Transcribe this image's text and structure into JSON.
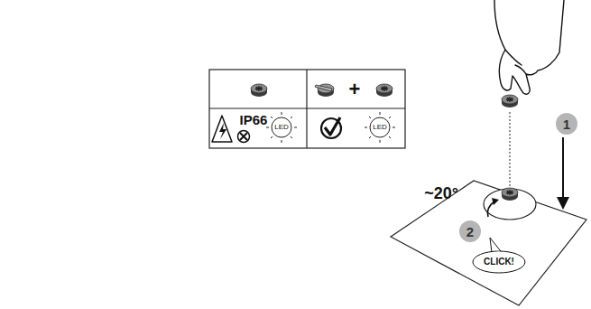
{
  "diagram": {
    "nodes": [
      {
        "text": [
          "1"
        ]
      },
      {
        "text": [
          "2"
        ]
      },
      {
        "text": [
          "CLICK!"
        ]
      }
    ],
    "labels": [
      "+",
      "IP66",
      "LED",
      "LED",
      "~20°"
    ]
  }
}
